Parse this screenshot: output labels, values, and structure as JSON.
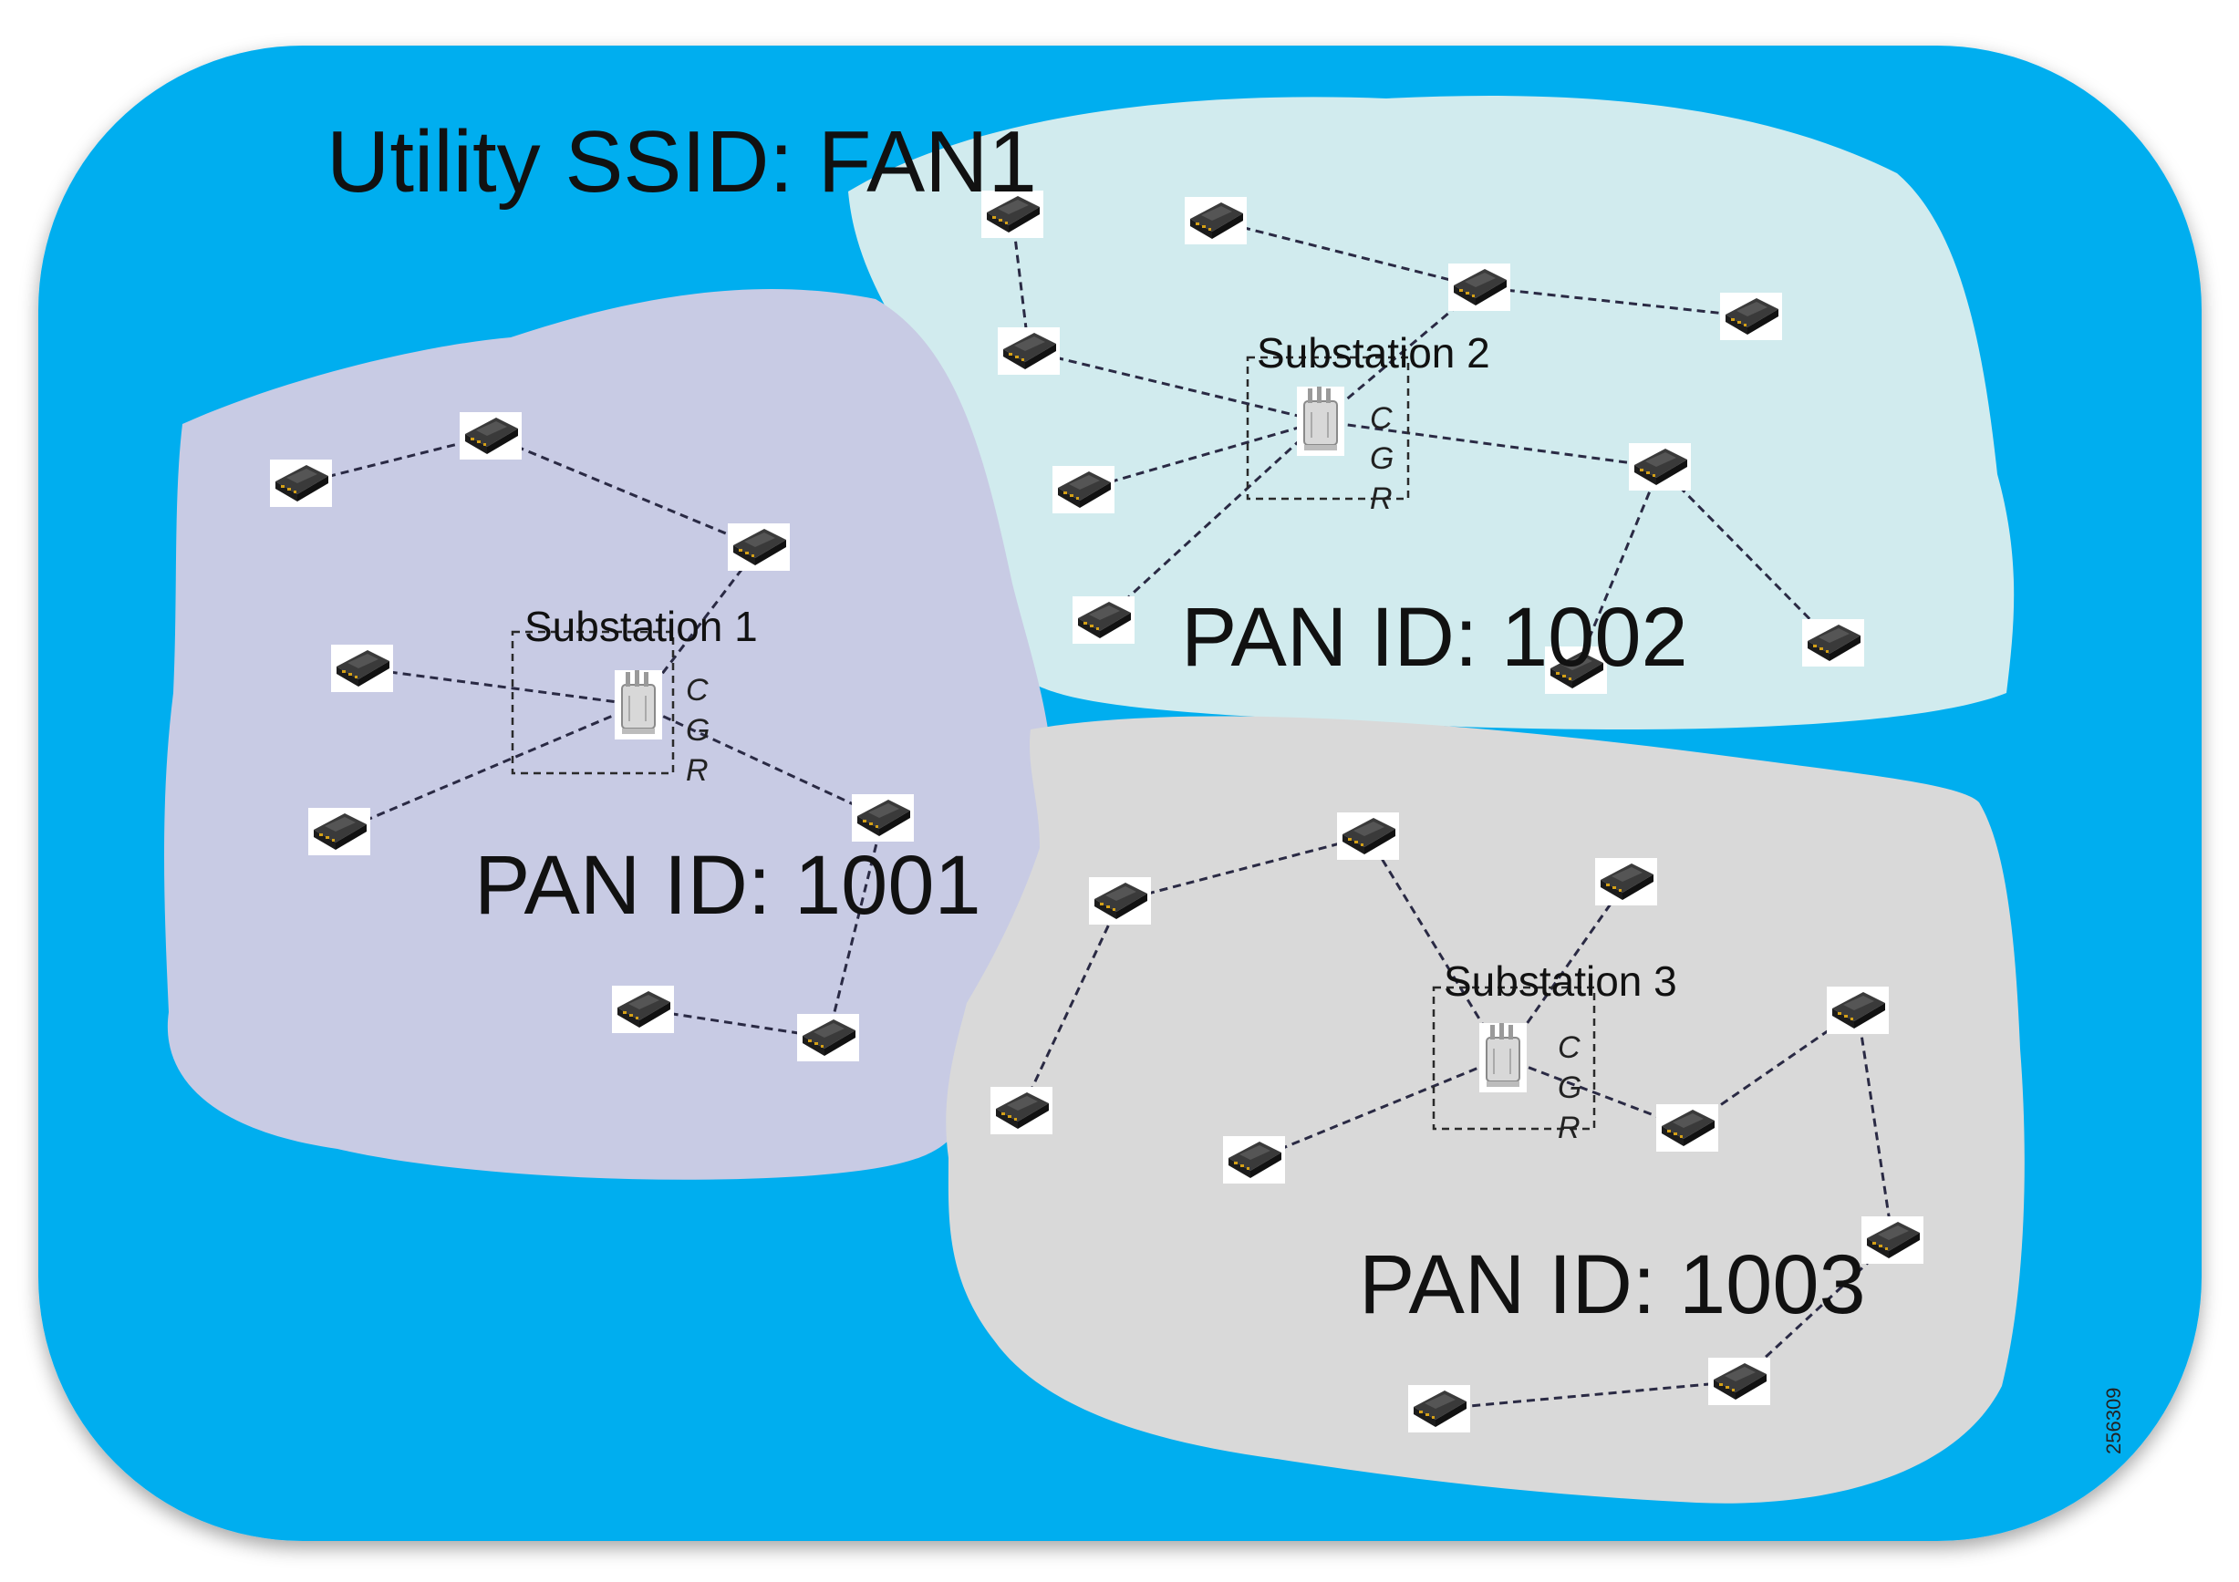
{
  "ssid_label": "Utility SSID: FAN1",
  "figure_id": "256309",
  "colors": {
    "background": "#03aeef",
    "pan_1001": "#c8cbe4",
    "pan_1002": "#d1ebee",
    "pan_1003": "#d9d9d9",
    "link": "#2a2a44"
  },
  "icons": {
    "mesh_node": "mesh-endpoint-router-icon",
    "gateway": "cgr-gateway-icon"
  },
  "pans": [
    {
      "id": "pan-1001",
      "label": "PAN ID: 1001",
      "substation": "Substation 1",
      "gateway_letters": [
        "C",
        "G",
        "R"
      ]
    },
    {
      "id": "pan-1002",
      "label": "PAN ID: 1002",
      "substation": "Substation 2",
      "gateway_letters": [
        "C",
        "G",
        "R"
      ]
    },
    {
      "id": "pan-1003",
      "label": "PAN ID: 1003",
      "substation": "Substation 3",
      "gateway_letters": [
        "C",
        "G",
        "R"
      ]
    }
  ]
}
